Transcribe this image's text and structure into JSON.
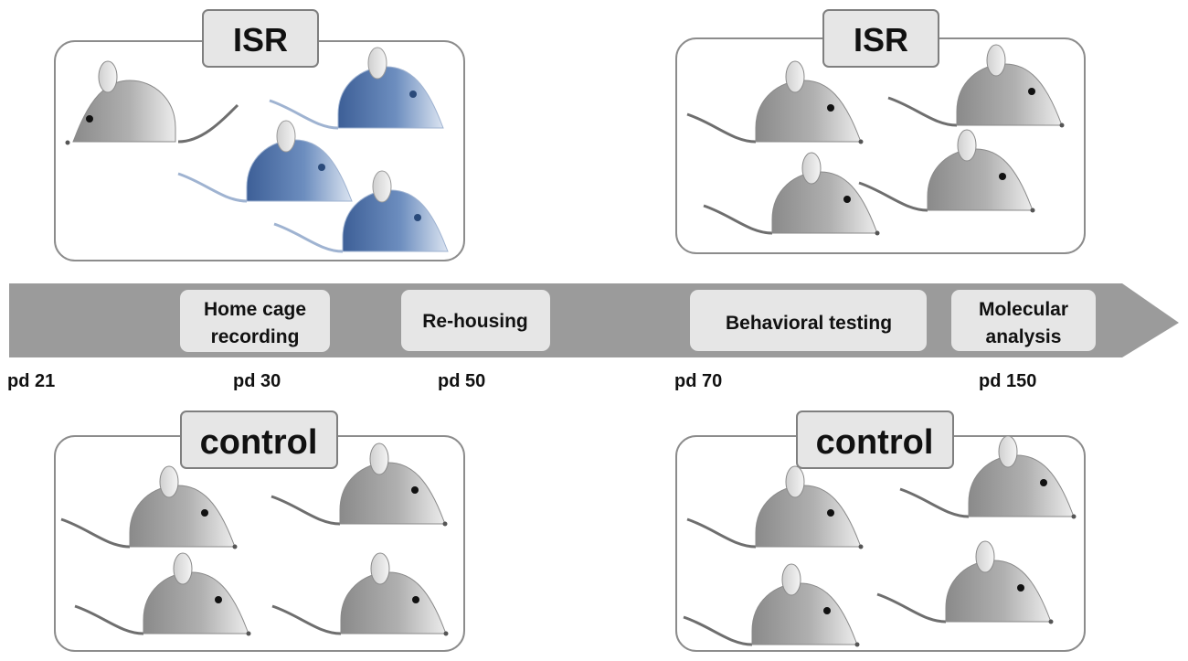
{
  "panels": {
    "isr_left_title": "ISR",
    "isr_right_title": "ISR",
    "control_left_title": "control",
    "control_right_title": "control"
  },
  "timeline": {
    "events": [
      [
        "Home cage",
        "recording"
      ],
      [
        "Re-housing"
      ],
      [
        "Behavioral testing"
      ],
      [
        "Molecular",
        "analysis"
      ]
    ],
    "days": [
      "pd 21",
      "pd 30",
      "pd 50",
      "pd 70",
      "pd 150"
    ]
  },
  "colors": {
    "grey_mouse": "#a9a9a9",
    "blue_mouse": "#4a6fa5",
    "arrow": "#9b9b9b",
    "box_fill": "#e6e6e6"
  }
}
